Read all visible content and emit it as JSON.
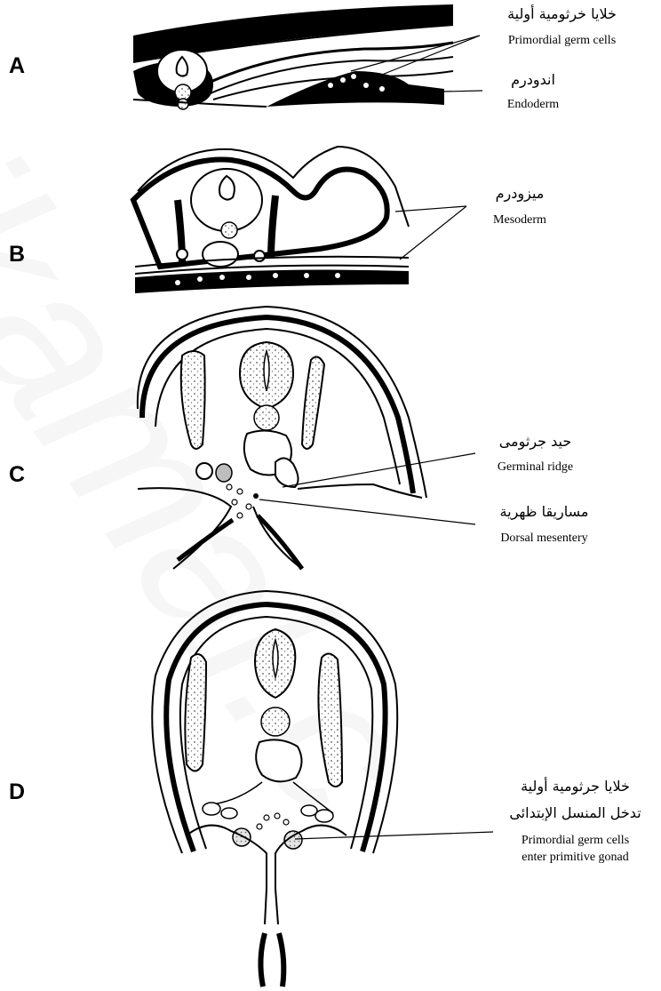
{
  "panels": [
    "A",
    "B",
    "C",
    "D"
  ],
  "labels": {
    "a_pgc_ar": "خلايا خرثومية أولية",
    "a_pgc_en": "Primordial germ cells",
    "a_endo_ar": "اندودرم",
    "a_endo_en": "Endoderm",
    "b_meso_ar": "ميزودرم",
    "b_meso_en": "Mesoderm",
    "c_ridge_ar": "حيد جرثومى",
    "c_ridge_en": "Germinal ridge",
    "c_mes_ar": "مساريقا ظهرية",
    "c_mes_en": "Dorsal mesentery",
    "d_ar1": "خلايا جرثومية أولية",
    "d_ar2": "تدخل المنسل الإبتدائى",
    "d_en1": "Primordial germ cells",
    "d_en2": "enter primitive gonad"
  },
  "watermark": "ikamal.c"
}
